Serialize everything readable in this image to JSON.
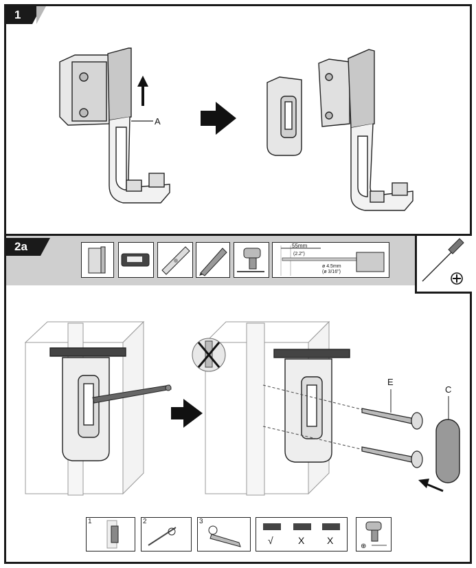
{
  "steps": {
    "step1": {
      "number": "1",
      "label_a": "A"
    },
    "step2a": {
      "number": "2a",
      "label_e": "E",
      "label_c": "C"
    }
  },
  "tools": {
    "drill_dimension": "55mm",
    "drill_dimension_in": "(2.2\")",
    "drill_bit_diameter": "ø 4.5mm",
    "drill_bit_diameter_in": "(ø 3/16\")"
  },
  "mini_steps": [
    {
      "index": "1"
    },
    {
      "index": "2"
    },
    {
      "index": "3"
    }
  ],
  "level_checks": {
    "ok": "√",
    "bad1": "X",
    "bad2": "X"
  }
}
